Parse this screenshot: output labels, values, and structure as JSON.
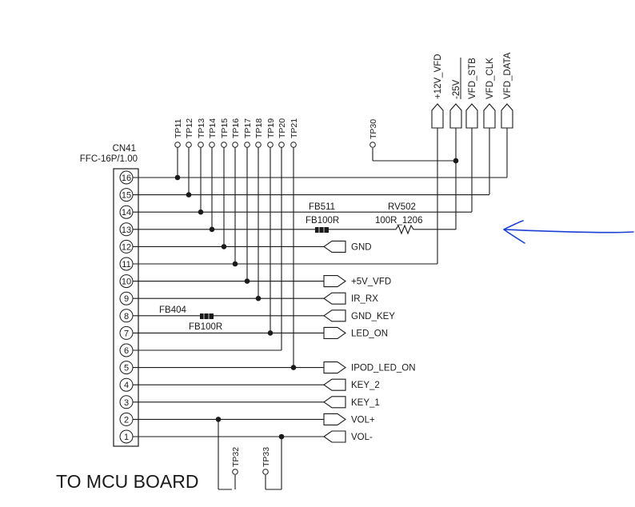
{
  "connector": {
    "ref": "CN41",
    "part": "FFC-16P/1.00",
    "pins": [
      "16",
      "15",
      "14",
      "13",
      "12",
      "11",
      "10",
      "9",
      "8",
      "7",
      "6",
      "5",
      "4",
      "3",
      "2",
      "1"
    ]
  },
  "test_points": {
    "top": [
      "TP11",
      "TP12",
      "TP13",
      "TP14",
      "TP15",
      "TP16",
      "TP17",
      "TP18",
      "TP19",
      "TP20",
      "TP21"
    ],
    "tp30": "TP30",
    "bottom": [
      "TP32",
      "TP33"
    ]
  },
  "vfd_ports": [
    "+12V_VFD",
    "-25V",
    "VFD_STB",
    "VFD_CLK",
    "VFD_DATA"
  ],
  "nets": {
    "gnd": "GND",
    "v5_vfd": "+5V_VFD",
    "ir_rx": "IR_RX",
    "gnd_key": "GND_KEY",
    "led_on": "LED_ON",
    "ipod_led_on": "IPOD_LED_ON",
    "key_2": "KEY_2",
    "key_1": "KEY_1",
    "vol_plus": "VOL+",
    "vol_minus": "VOL-"
  },
  "components": {
    "fb511_ref": "FB511",
    "fb511_val": "FB100R",
    "rv502_ref": "RV502",
    "rv502_val": "100R_1206",
    "fb404_ref": "FB404",
    "fb404_val": "FB100R"
  },
  "board_label": "TO MCU BOARD",
  "annotation_color": "#1a3fd6"
}
